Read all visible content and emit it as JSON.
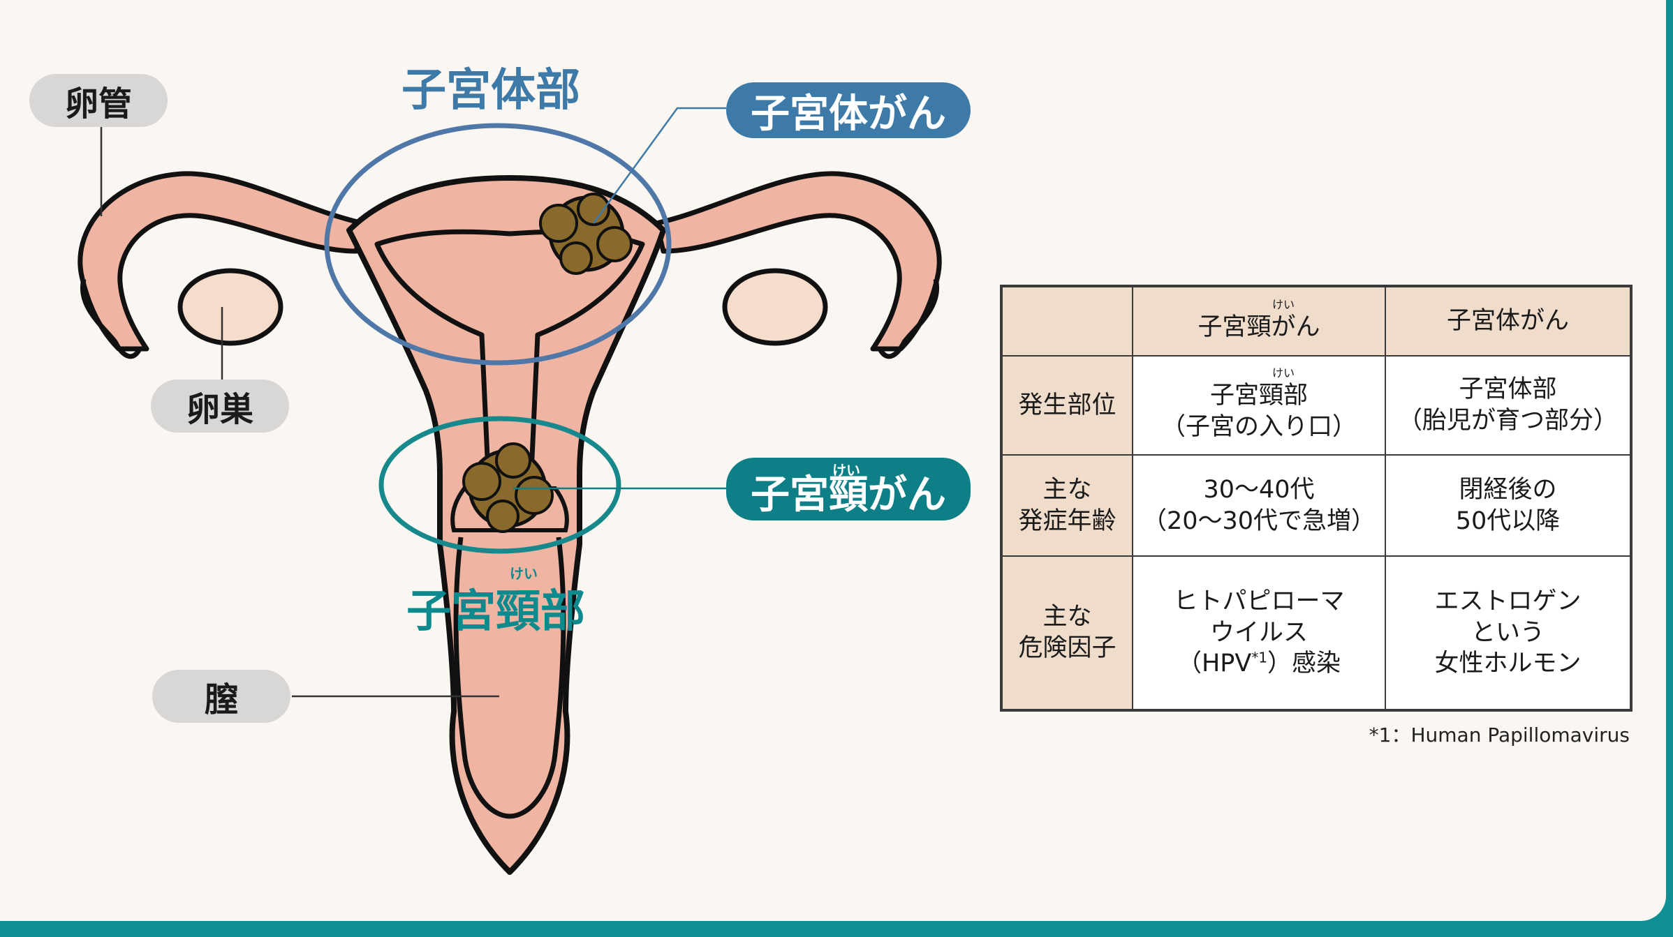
{
  "colors": {
    "teal_border": "#0f8f94",
    "background": "#faf6f1",
    "organ_fill": "#f0b5a2",
    "ovary_fill": "#f6ddcb",
    "tumor_fill": "#8a6a2c",
    "body_ring": "#4f77a8",
    "cervix_ring": "#17888c",
    "header_fill": "#efdcca"
  },
  "labels": {
    "fallopian_tube": "卵管",
    "ovary": "卵巣",
    "vagina": "膣",
    "uterine_body": "子宮体部",
    "cervix": "子宮頸部",
    "cervix_ruby": "けい",
    "uterine_body_cancer": "子宮体がん",
    "cervical_cancer": "子宮頸がん",
    "cervical_cancer_ruby": "けい"
  },
  "table": {
    "headers": [
      {
        "text": "子宮頸がん",
        "ruby": "けい"
      },
      {
        "text": "子宮体がん",
        "ruby": ""
      }
    ],
    "rows": [
      {
        "label": [
          "発生部位"
        ],
        "cervical": {
          "ruby": "けい",
          "lines": [
            "子宮頸部",
            "（子宮の入り口）"
          ]
        },
        "body": [
          "子宮体部",
          "（胎児が育つ部分）"
        ]
      },
      {
        "label": [
          "主な",
          "発症年齢"
        ],
        "cervical": {
          "ruby": "",
          "lines": [
            "30〜40代",
            "（20〜30代で急増）"
          ]
        },
        "body": [
          "閉経後の",
          "50代以降"
        ]
      },
      {
        "label": [
          "主な",
          "危険因子"
        ],
        "cervical": {
          "ruby": "",
          "lines": [
            "ヒトパピローマ",
            "ウイルス",
            "（HPV",
            "*1",
            "）感染"
          ]
        },
        "body": [
          "エストロゲン",
          "という",
          "女性ホルモン"
        ]
      }
    ],
    "footnote": "*1：Human Papillomavirus"
  }
}
